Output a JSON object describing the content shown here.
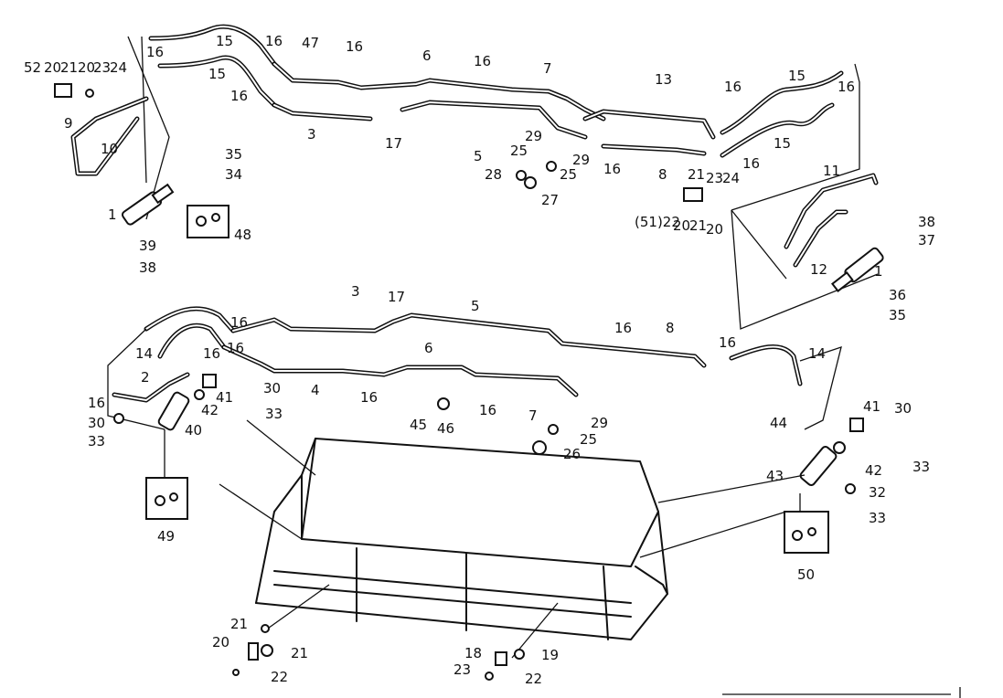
{
  "callouts": [
    "52",
    "20",
    "21",
    "20",
    "23",
    "24",
    "9",
    "10",
    "16",
    "15",
    "16",
    "15",
    "16",
    "47",
    "16",
    "6",
    "16",
    "7",
    "13",
    "16",
    "15",
    "16",
    "3",
    "17",
    "5",
    "25",
    "29",
    "29",
    "25",
    "28",
    "27",
    "16",
    "8",
    "16",
    "15",
    "35",
    "34",
    "1",
    "48",
    "39",
    "38",
    "21",
    "23",
    "24",
    "(51)22",
    "20",
    "21",
    "20",
    "11",
    "12",
    "38",
    "37",
    "1",
    "36",
    "35",
    "3",
    "17",
    "5",
    "16",
    "8",
    "16",
    "14",
    "6",
    "16",
    "14",
    "16",
    "16",
    "2",
    "16",
    "4",
    "16",
    "16",
    "7",
    "29",
    "25",
    "26",
    "30",
    "41",
    "42",
    "30",
    "33",
    "40",
    "33",
    "45",
    "46",
    "44",
    "41",
    "30",
    "42",
    "33",
    "43",
    "32",
    "33",
    "49",
    "50",
    "21",
    "20",
    "21",
    "22",
    "18",
    "19",
    "23",
    "22"
  ]
}
